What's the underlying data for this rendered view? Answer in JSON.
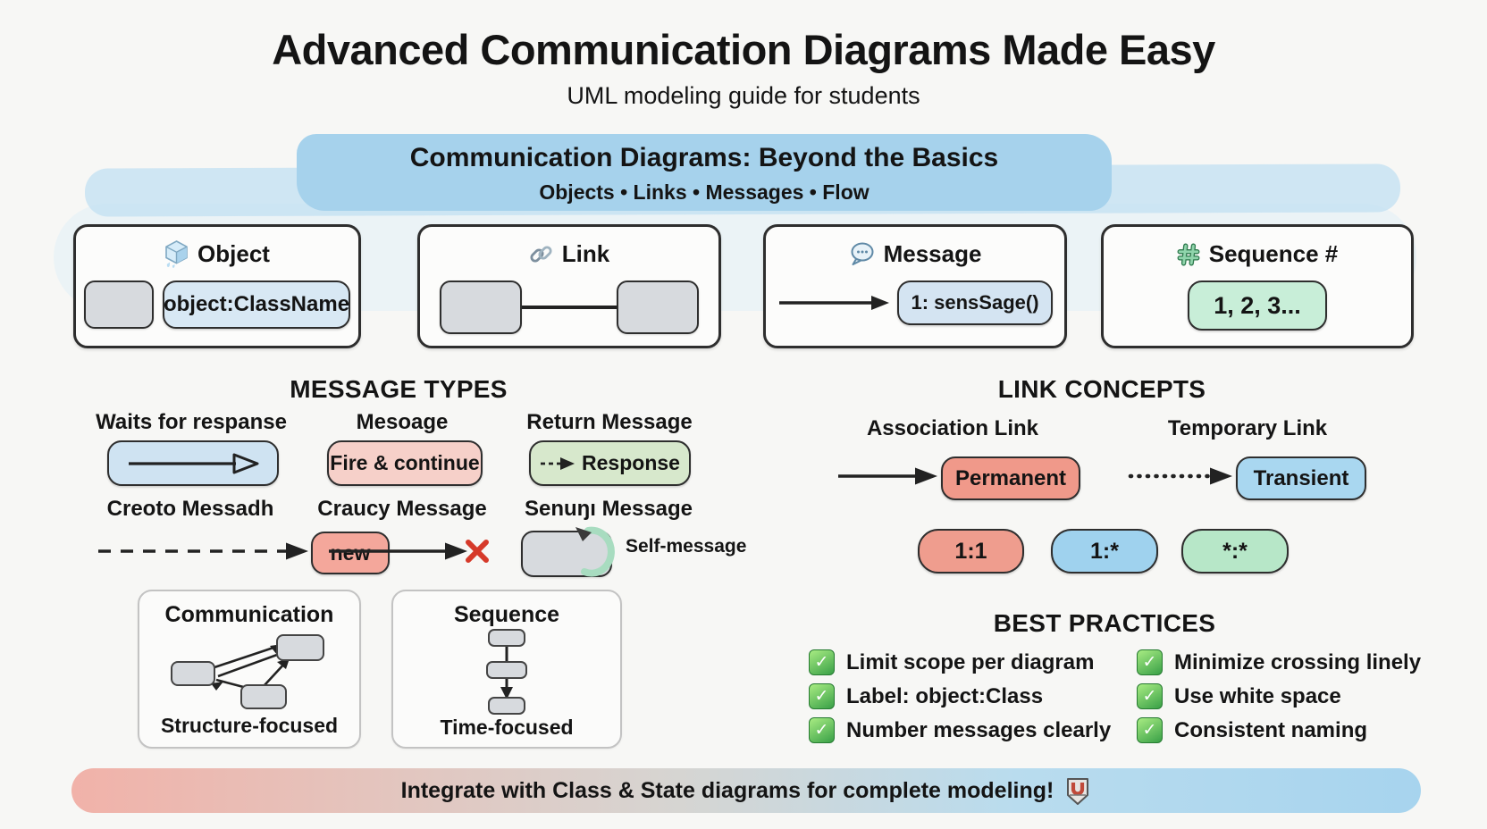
{
  "header": {
    "title": "Advanced Communication Diagrams Made Easy",
    "subtitle": "UML modeling guide for students"
  },
  "banner": {
    "heading": "Communication Diagrams: Beyond the Basics",
    "subheading": "Objects • Links • Messages • Flow"
  },
  "concept_cards": {
    "object": {
      "title": "Object",
      "icon": "ice-cube-icon",
      "pill": "object:ClassName"
    },
    "link": {
      "title": "Link",
      "icon": "chain-link-icon"
    },
    "message": {
      "title": "Message",
      "icon": "speech-bubble-icon",
      "pill": "1: sensSage()"
    },
    "sequence": {
      "title": "Sequence #",
      "icon": "hash-icon",
      "pill": "1, 2, 3..."
    }
  },
  "message_types": {
    "title": "MESSAGE TYPES",
    "sync": {
      "label": "Waits for respanse"
    },
    "async": {
      "label": "Mesoage",
      "pill": "Fire & continue"
    },
    "return": {
      "label": "Return Message",
      "pill": "Response"
    },
    "create": {
      "label": "Creoto Messadh",
      "pill": "new"
    },
    "destroy": {
      "label": "Craucy Message"
    },
    "self": {
      "label": "Senuŋı Message",
      "caption": "Self-message"
    }
  },
  "link_concepts": {
    "title": "LINK CONCEPTS",
    "association": {
      "label": "Association Link",
      "pill": "Permanent"
    },
    "temporary": {
      "label": "Temporary Link",
      "pill": "Transient"
    },
    "multiplicities": [
      "1:1",
      "1:*",
      "*:*"
    ]
  },
  "comparison": {
    "communication": {
      "title": "Communication",
      "caption": "Structure-focused"
    },
    "sequence": {
      "title": "Sequence",
      "caption": "Time-focused"
    }
  },
  "best_practices": {
    "title": "BEST PRACTICES",
    "left": [
      "Limit scope per diagram",
      "Label: object:Class",
      "Number messages clearly"
    ],
    "right": [
      "Minimize crossing linely",
      "Use white space",
      "Consistent naming"
    ]
  },
  "footer": {
    "text": "Integrate with Class & State diagrams for complete modeling!",
    "icon": "uml-badge-icon"
  },
  "palette": {
    "banner_blue": "#a6d2ec",
    "pill_light_blue": "#d8e8f4",
    "pill_sky_blue": "#a9d7f0",
    "pill_pink": "#f6d0c9",
    "pill_red": "#f0998a",
    "pill_pale_green": "#d7e8cc",
    "pill_mint": "#c8eed8",
    "check_green": "#39a047",
    "cross_red": "#d63a2a",
    "footer_gradient_left": "#f1b2a9",
    "footer_gradient_right": "#a7d4ee"
  }
}
